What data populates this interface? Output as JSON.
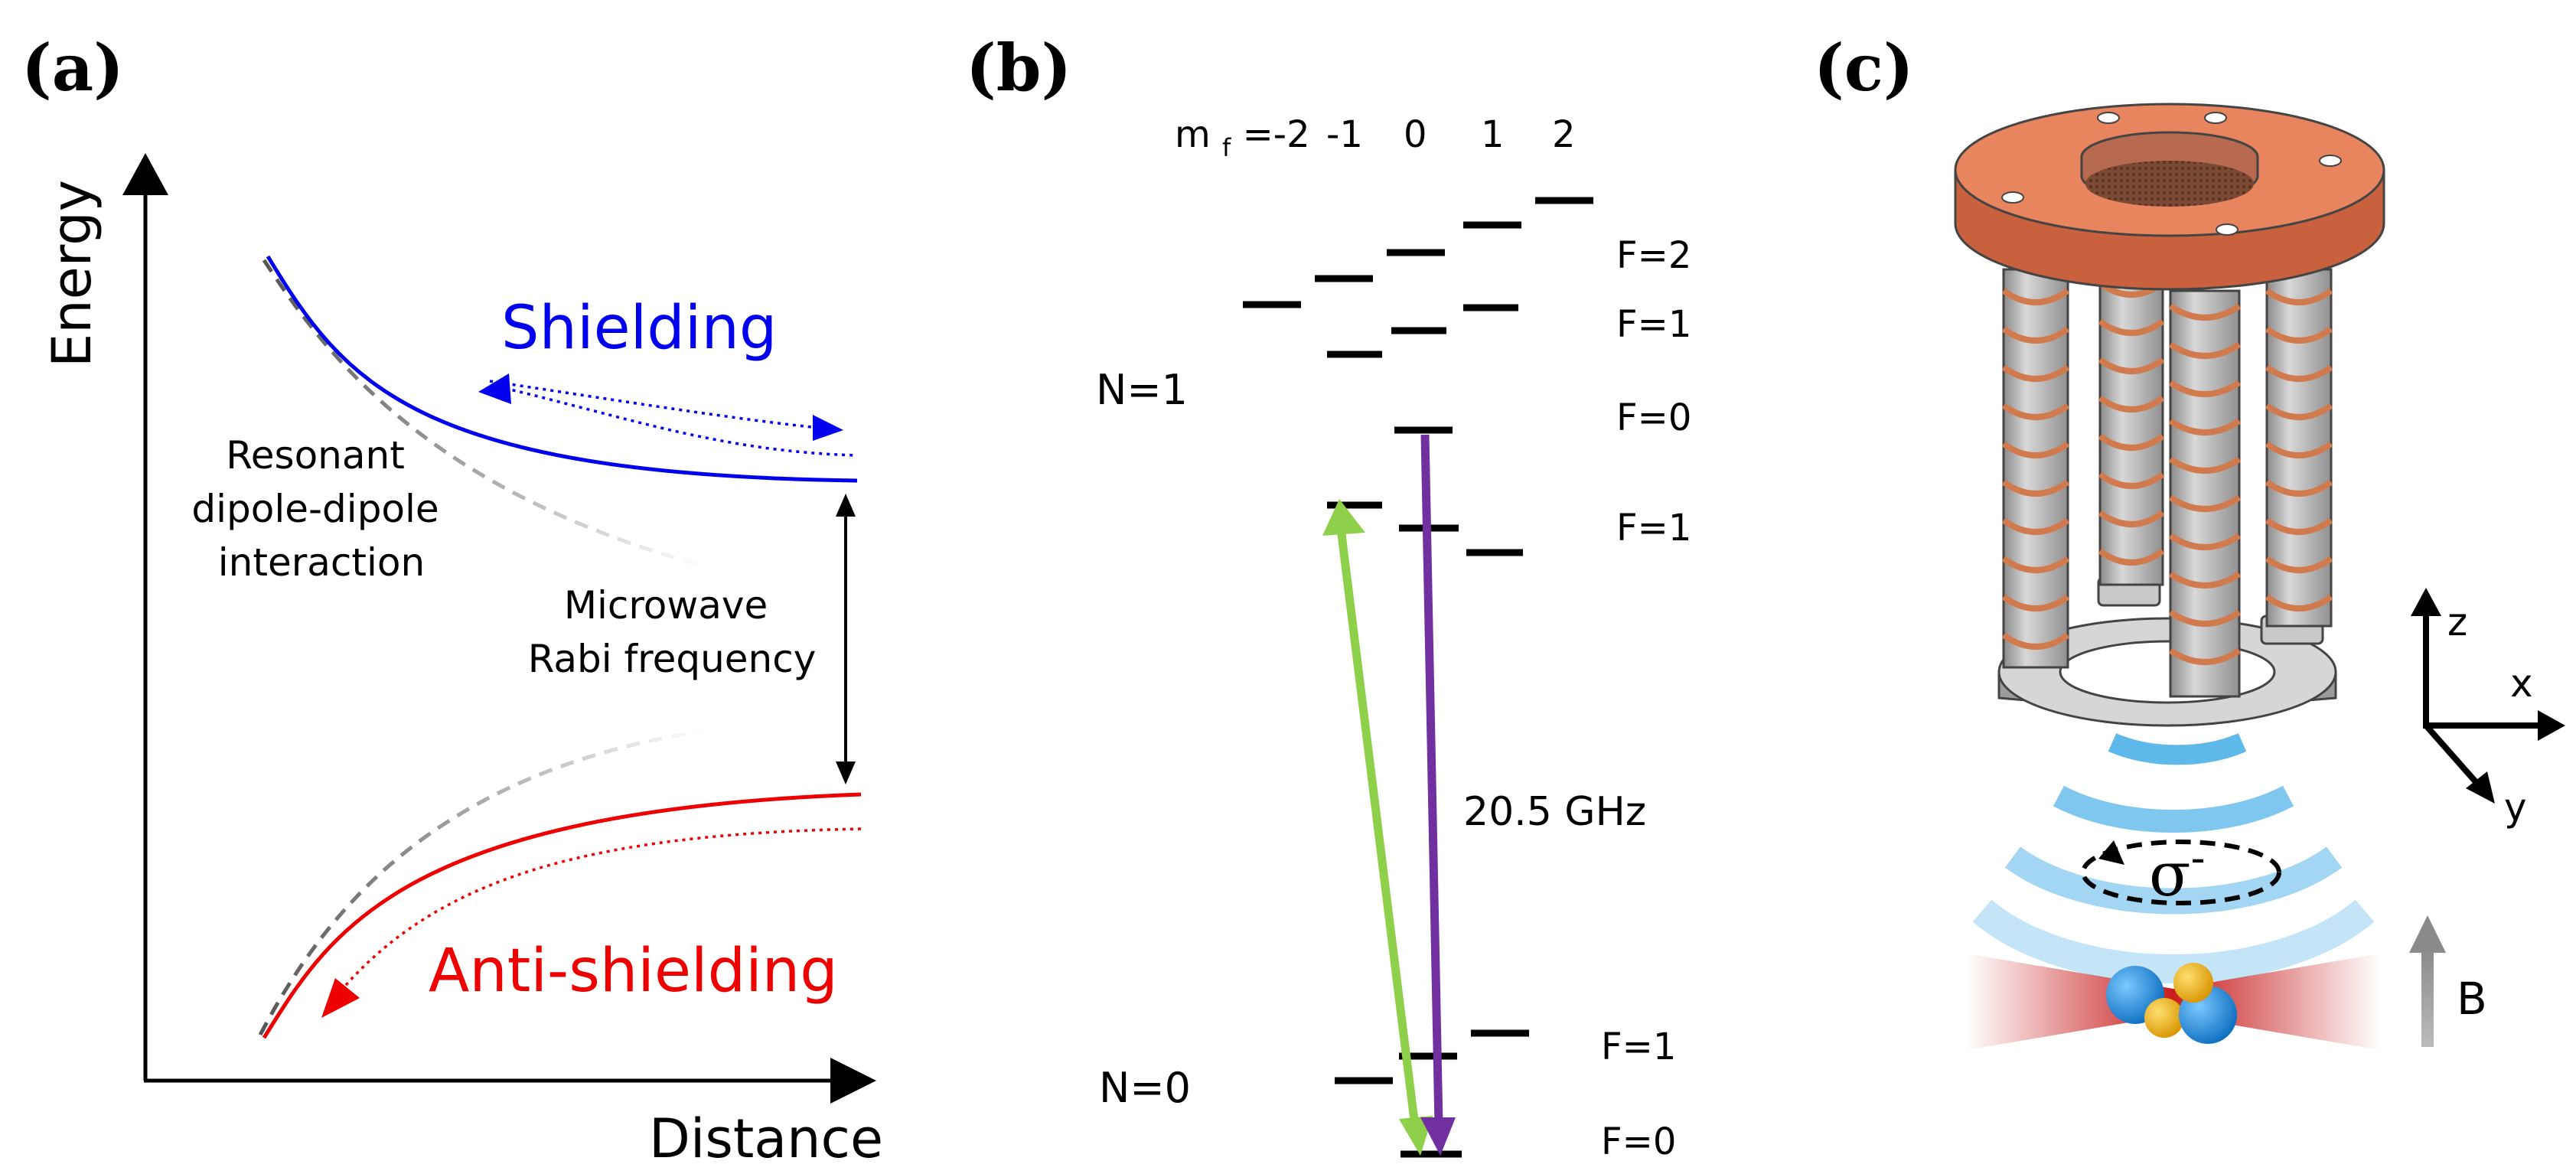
{
  "panel_labels": [
    "(a)",
    "(b)",
    "(c)"
  ],
  "panel_a": {
    "y_axis_label": "Energy",
    "x_axis_label": "Distance",
    "shielding_label": "Shielding",
    "anti_shielding_label": "Anti-shielding",
    "resonant_lines": [
      "Resonant",
      "dipole-dipole",
      "interaction"
    ],
    "rabi_lines": [
      "Microwave",
      "Rabi frequency"
    ],
    "colors": {
      "shielding": "#0000ee",
      "anti_shielding": "#ee0000",
      "dashed": "#555555",
      "axis": "#000000"
    }
  },
  "panel_b": {
    "mf_header": {
      "prefix": "m",
      "subscript": "f",
      "first": "=-2",
      "values": [
        "-1",
        "0",
        "1",
        "2"
      ]
    },
    "N1_label": "N=1",
    "N0_label": "N=0",
    "F_labels_upper": [
      "F=2",
      "F=1",
      "F=0",
      "F=1"
    ],
    "F_labels_lower": [
      "F=1",
      "F=0"
    ],
    "frequency_label": "20.5 GHz",
    "colors": {
      "green_arrow": "#8ed04a",
      "purple_arrow": "#7030a0",
      "level": "#000000"
    }
  },
  "panel_c": {
    "axis_labels": {
      "z": "z",
      "x": "x",
      "y": "y"
    },
    "sigma_label": "σ",
    "sigma_superscript": "-",
    "B_label": "B",
    "colors": {
      "plate": "#e8845e",
      "plate_side": "#c9603e",
      "rod": "#b4b4b4",
      "coil": "#d07a4e",
      "wave": "#56b4e9",
      "beam": "#c81e1e",
      "atom_blue": "#1e90e0",
      "atom_yellow": "#f0b400",
      "B_arrow": "#9a9a9a"
    }
  }
}
